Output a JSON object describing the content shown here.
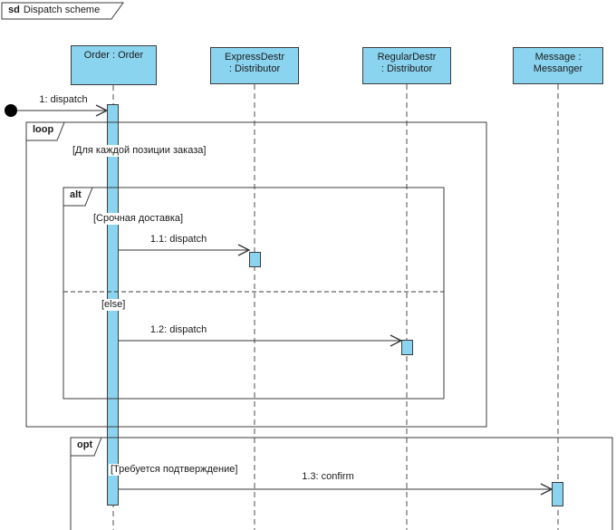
{
  "diagram": {
    "frame_keyword": "sd",
    "frame_title": "Dispatch scheme",
    "colors": {
      "element_fill": "#8BD4F0",
      "border": "#3b3b3b",
      "line": "#333333"
    }
  },
  "lifelines": [
    {
      "id": "order",
      "line1": "Order : Order",
      "line2": ""
    },
    {
      "id": "express",
      "line1": "ExpressDestr",
      "line2": ": Distributor"
    },
    {
      "id": "regular",
      "line1": "RegularDestr",
      "line2": ": Distributor"
    },
    {
      "id": "message",
      "line1": "Message :",
      "line2": "Messanger"
    }
  ],
  "fragments": [
    {
      "keyword": "loop",
      "guard": "[Для каждой позиции заказа]"
    },
    {
      "keyword": "alt",
      "guard1": "[Срочная доставка]",
      "guard2": "[else]"
    },
    {
      "keyword": "opt",
      "guard": "[Требуется подтверждение]"
    }
  ],
  "messages": [
    {
      "label": "1: dispatch"
    },
    {
      "label": "1.1: dispatch"
    },
    {
      "label": "1.2: dispatch"
    },
    {
      "label": "1.3: confirm"
    }
  ]
}
